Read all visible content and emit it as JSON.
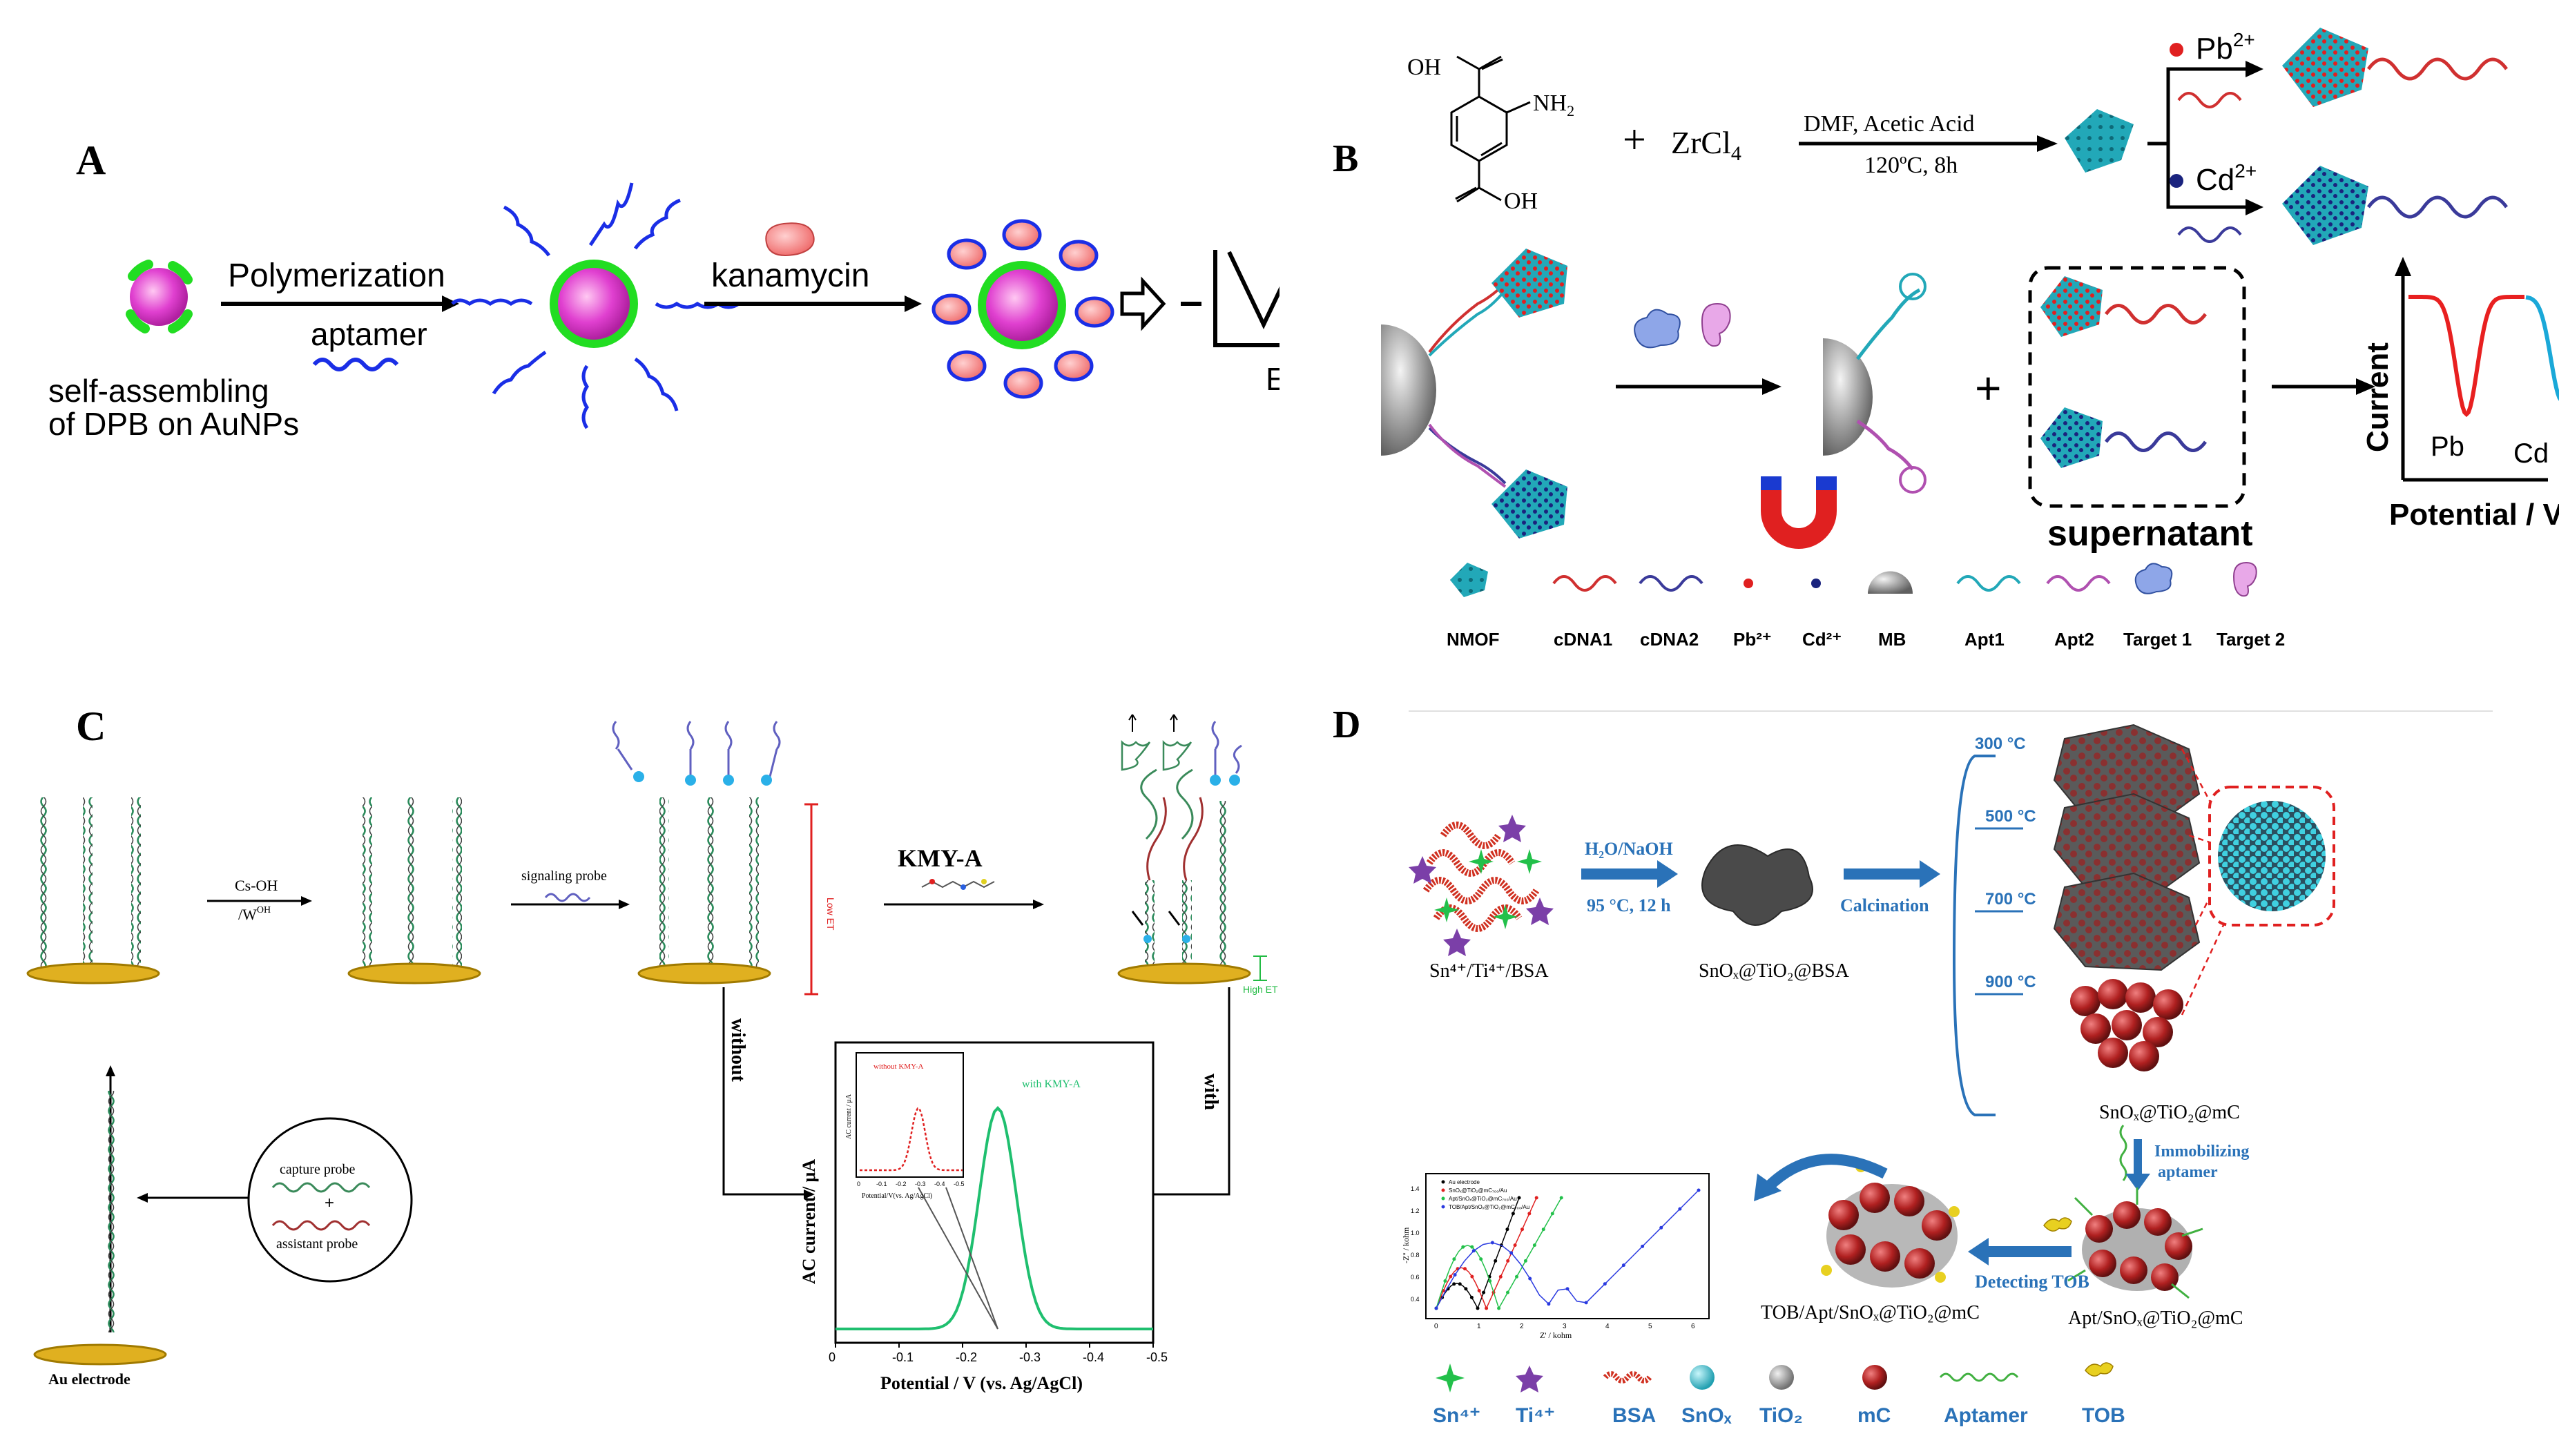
{
  "panelA": {
    "letter": "A",
    "step1_top": "Polymerization",
    "step1_bottom": "aptamer",
    "caption_line1": "self-assembling",
    "caption_line2": "of DPB on AuNPs",
    "step2_label": "kanamycin",
    "axis_label": "E",
    "colors": {
      "core": "#e040d0",
      "shell": "#22dd22",
      "aptamer": "#1a2ee6",
      "kanamycin": "#f07878"
    }
  },
  "panelB": {
    "letter": "B",
    "plus1": "+",
    "reagent": "ZrCl",
    "reagent_sub": "4",
    "amine": "NH",
    "amine_sub": "2",
    "oh_top": "OH",
    "oh_bottom": "OH",
    "cond_top": "DMF, Acetic  Acid",
    "cond_bottom": "120ºC, 8h",
    "ion1": "Pb",
    "ion1_sup": "2+",
    "ion2": "Cd",
    "ion2_sup": "2+",
    "plus2": "+",
    "supernatant": "supernatant",
    "chart_ylabel": "Current",
    "chart_xlabel": "Potential / V",
    "peak1": "Pb",
    "peak2": "Cd",
    "legend": [
      "NMOF",
      "cDNA1",
      "cDNA2",
      "Pb²⁺",
      "Cd²⁺",
      "MB",
      "Apt1",
      "Apt2",
      "Target 1",
      "Target 2"
    ],
    "colors": {
      "nmof": "#22a8b8",
      "pb": "#e02020",
      "cd": "#1a237e",
      "cdna1": "#d03030",
      "cdna2": "#3a3a9a",
      "peak1": "#e82020",
      "peak2": "#1aa8d8"
    }
  },
  "panelC": {
    "letter": "C",
    "step1_top": "Cs-OH",
    "step1_bottom": "/W",
    "step1_sup": "OH",
    "step2": "signaling probe",
    "step3": "KMY-A",
    "low_et": "Low ET",
    "high_et": "High ET",
    "without": "without",
    "with": "with",
    "probe1": "capture probe",
    "probe_plus": "+",
    "probe2": "assistant probe",
    "electrode": "Au electrode",
    "chart_ylabel": "AC current / μA",
    "chart_xlabel": "Potential / V (vs. Ag/AgCl)",
    "curve_label": "with KMY-A",
    "inset_label": "without KMY-A",
    "inset_ylabel": "AC current / μA",
    "inset_xlabel": "Potential/V(vs. Ag/AgCl)",
    "x_ticks": [
      "0",
      "-0.1",
      "-0.2",
      "-0.3",
      "-0.4",
      "-0.5"
    ],
    "inset_ticks": [
      "0",
      "-0.1",
      "-0.2",
      "-0.3",
      "-0.4",
      "-0.5"
    ]
  },
  "panelD": {
    "letter": "D",
    "start_label": "Sn⁴⁺/Ti⁴⁺/BSA",
    "step1_top": "H₂O/NaOH",
    "step1_bottom": "95 °C, 12 h",
    "mid_label": "SnOₓ@TiO₂@BSA",
    "step2": "Calcination",
    "temps": [
      "300 °C",
      "500 °C",
      "700 °C",
      "900 °C"
    ],
    "product": "SnOₓ@TiO₂@mC",
    "step3_line1": "Immobilizing",
    "step3_line2": "aptamer",
    "apt_label": "Apt/SnOₓ@TiO₂@mC",
    "step4": "Detecting  TOB",
    "tob_label": "TOB/Apt/SnOₓ@TiO₂@mC",
    "eis_legend": [
      "Au electrode",
      "SnOₓ@TiO₂@mC₇₀₀/Au",
      "Apt/SnOₓ@TiO₂@mC₇₀₀/Au",
      "TOB/Apt/SnOₓ@TiO₂@mC₇₀₀/Au"
    ],
    "eis_ylabel": "-Z'' / kohm",
    "eis_xlabel": "Z' / kohm",
    "eis_xticks": [
      "0",
      "1",
      "2",
      "3",
      "4",
      "5",
      "6"
    ],
    "eis_yticks": [
      "0.4",
      "0.6",
      "0.8",
      "1.0",
      "1.2",
      "1.4"
    ],
    "legend": [
      "Sn⁴⁺",
      "Ti⁴⁺",
      "BSA",
      "SnOₓ",
      "TiO₂",
      "mC",
      "Aptamer",
      "TOB"
    ],
    "colors": {
      "sn": "#22c04a",
      "ti": "#7b3fa8",
      "bsa": "#d03020",
      "snox": "#30c8d8",
      "tio2": "#9a9a9a",
      "mc": "#b02020",
      "aptamer": "#40b040",
      "tob": "#e8d020",
      "arrow": "#2a72b8"
    }
  }
}
